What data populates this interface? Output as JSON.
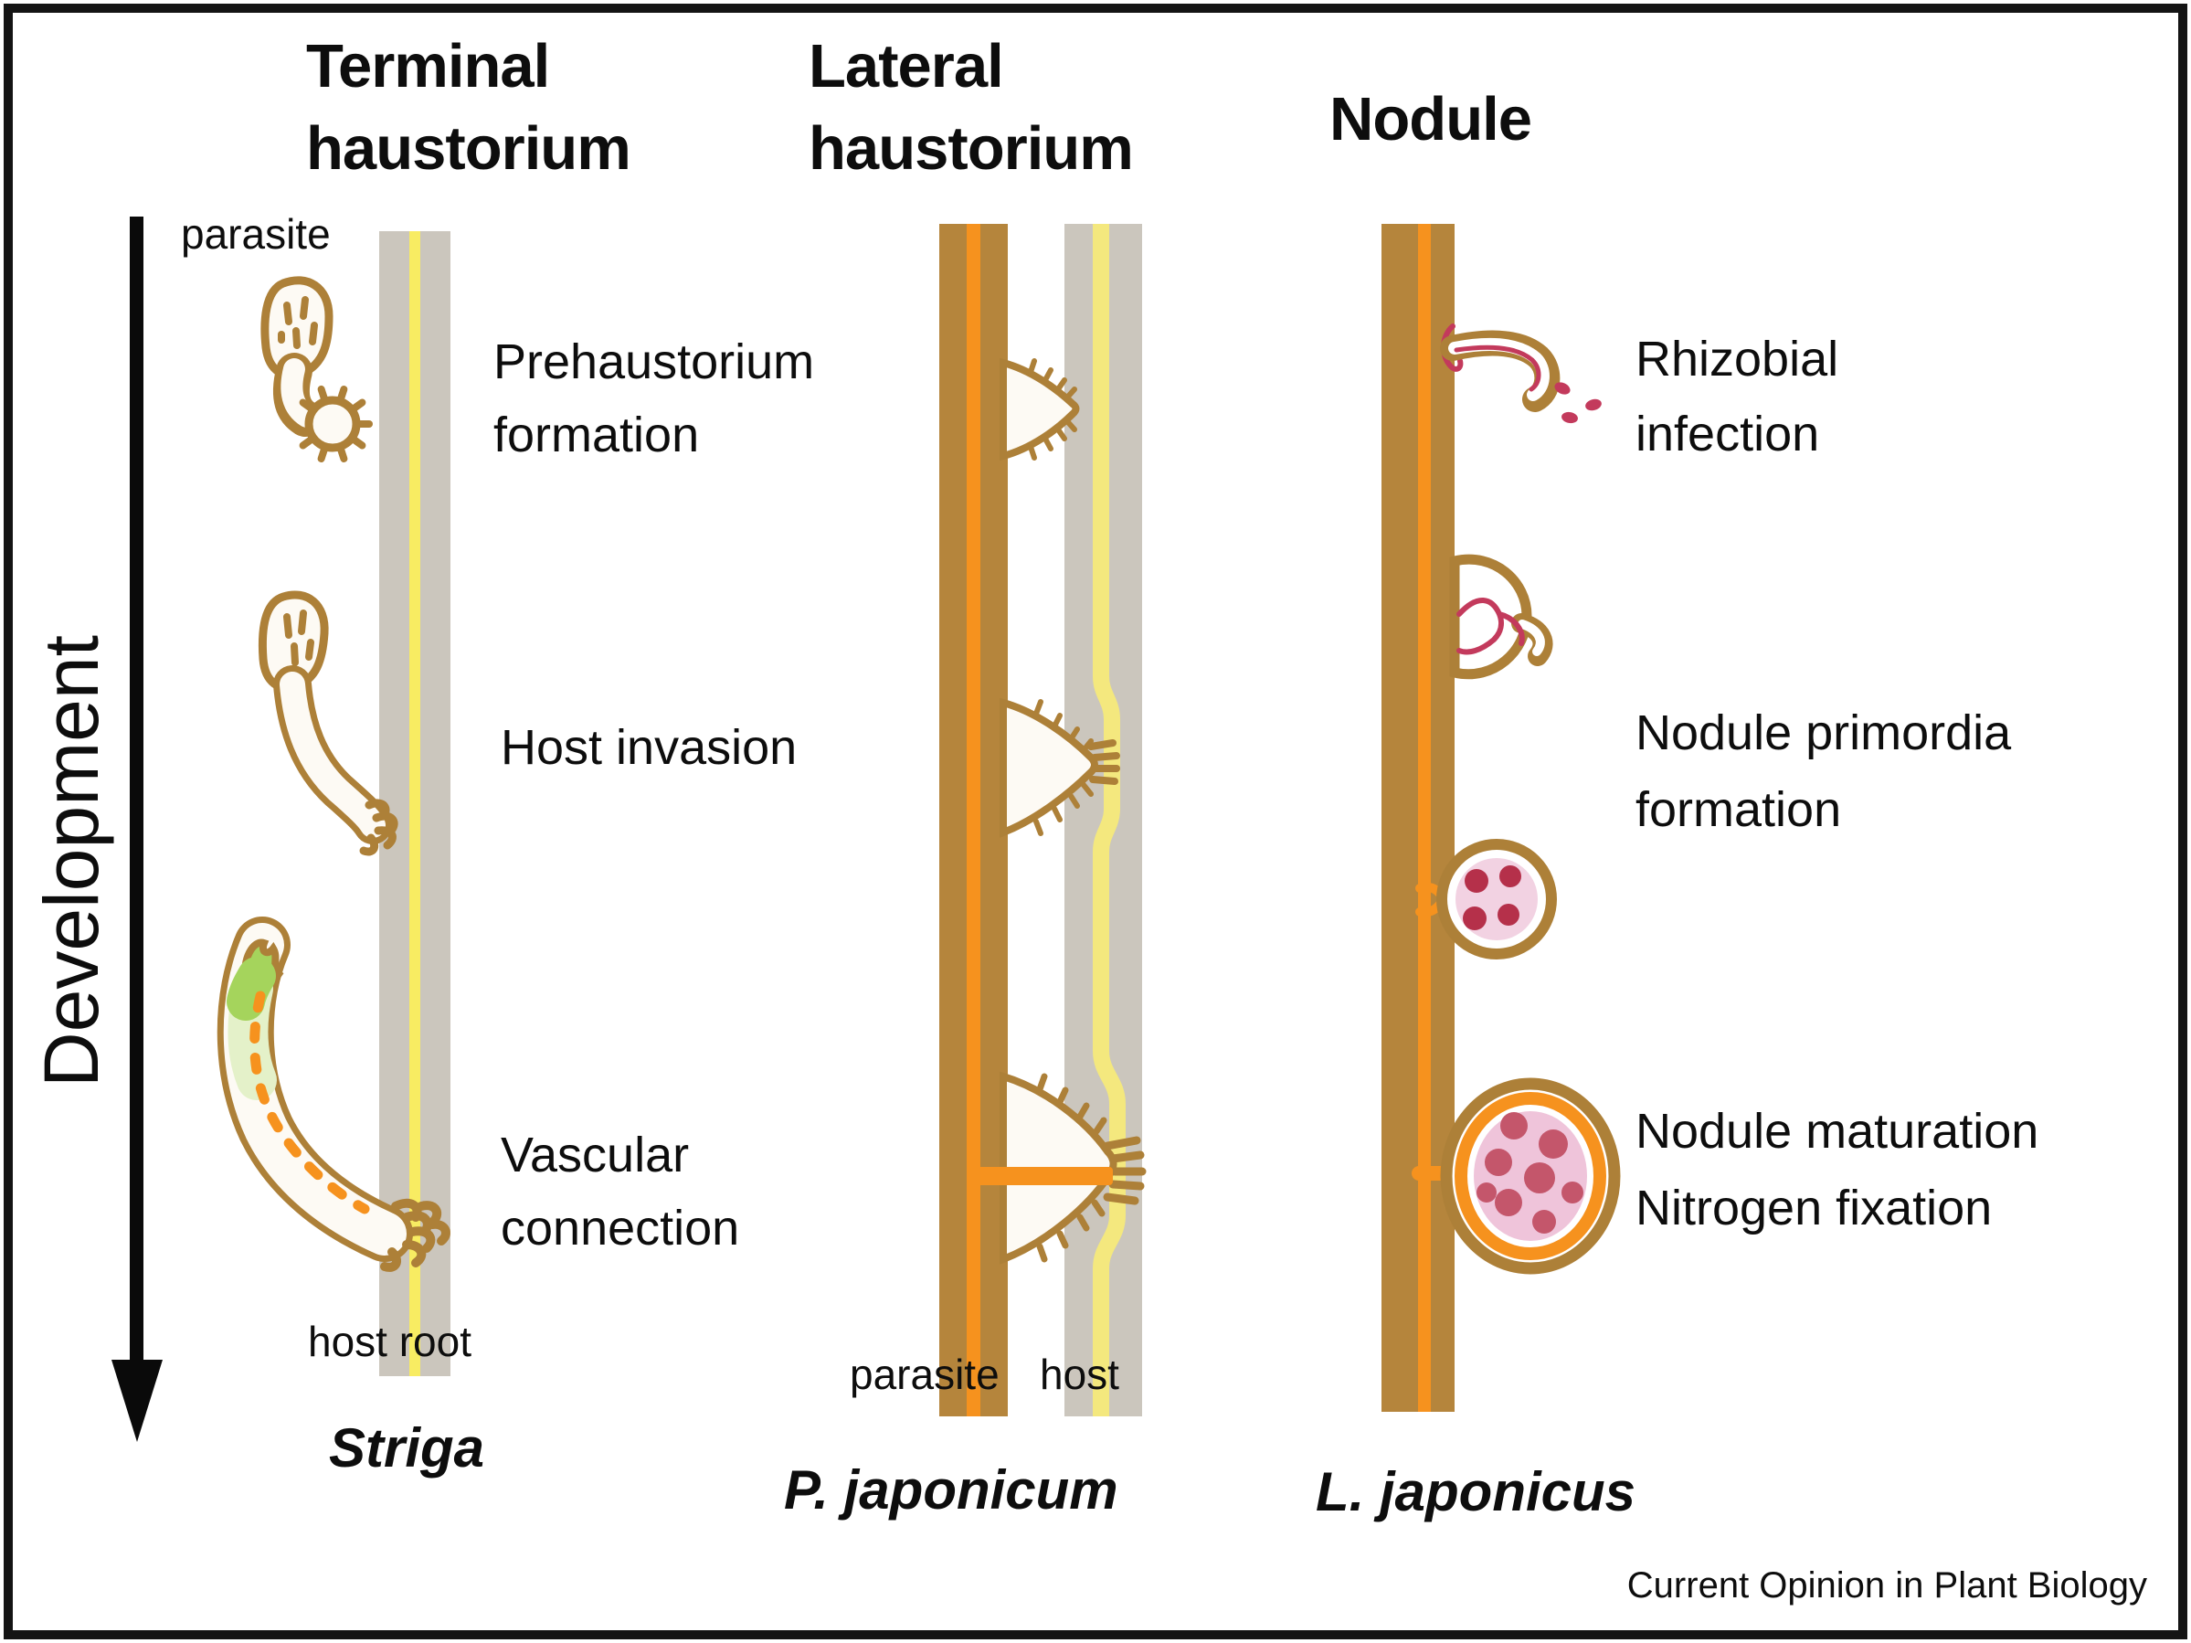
{
  "dev_axis": {
    "label": "Development"
  },
  "col_terminal": {
    "title_line1": "Terminal",
    "title_line2": "haustorium",
    "parasite_label": "parasite",
    "stage1_line1": "Prehaustorium",
    "stage1_line2": "formation",
    "stage2": "Host invasion",
    "stage3_line1": "Vascular",
    "stage3_line2": "connection",
    "host_root_label": "host root",
    "species": "Striga"
  },
  "col_lateral": {
    "title_line1": "Lateral",
    "title_line2": "haustorium",
    "parasite_label": "parasite",
    "host_label": "host",
    "species": "P. japonicum"
  },
  "col_nodule": {
    "title": "Nodule",
    "stage1_line1": "Rhizobial",
    "stage1_line2": "infection",
    "stage2_line1": "Nodule primordia",
    "stage2_line2": "formation",
    "stage3_line1": "Nodule maturation",
    "stage3_line2": "Nitrogen fixation",
    "species": "L. japonicus"
  },
  "credit": "Current Opinion in Plant Biology",
  "palette": {
    "paper": "#ffffff",
    "cream": "#fdfaf4",
    "root_brown": "#b5853c",
    "outline_brown": "#ad8038",
    "accent_orange": "#f6921e",
    "host_gray": "#cbc6bd",
    "vascular_yellow": "#f8ec62",
    "vascular_yellow_pale": "#f4e87e",
    "shoot_green": "#a5d45c",
    "shoot_green_pale": "#e4f1c9",
    "infection_crimson": "#c33a5c",
    "nodule_pink": "#f2d2e2",
    "nodule_pink_deep": "#efc4da",
    "bacteroid_red": "#b5304a",
    "bacteroid_red_soft": "#c4566b"
  }
}
